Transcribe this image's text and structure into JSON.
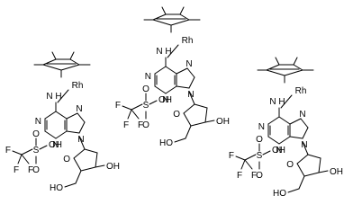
{
  "labels": {
    "rh": "Rh",
    "nh": "N H",
    "n": "N",
    "oh": "OH",
    "ho": "HO",
    "o": "O",
    "s": "S",
    "f": "F"
  },
  "structures": [
    {
      "name": "complex-left"
    },
    {
      "name": "complex-middle"
    },
    {
      "name": "complex-right"
    }
  ]
}
